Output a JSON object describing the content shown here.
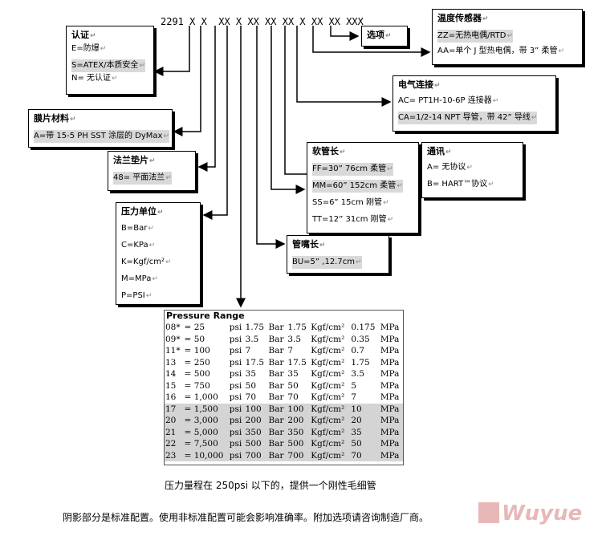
{
  "model_code": "2291 X X  XX X XX XX XX X XX XX XXX",
  "boxes": {
    "options": {
      "title": "选项"
    },
    "certification": {
      "title": "认证",
      "lines": [
        "E=防爆",
        "S=ATEX/本质安全",
        "N= 无认证"
      ]
    },
    "diaphragm": {
      "title": "膜片材料",
      "lines": [
        "A=带 15-5 PH SST 涂层的 DyMax"
      ]
    },
    "flange_gasket": {
      "title": "法兰垫片",
      "lines": [
        "48= 平面法兰"
      ]
    },
    "pressure_unit": {
      "title": "压力单位",
      "lines": [
        "B=Bar",
        "C=KPa",
        "K=Kgf/cm²",
        "M=MPa",
        "P=PSI"
      ]
    },
    "temp_sensor": {
      "title": "温度传感器",
      "lines": [
        "ZZ=无热电偶/RTD",
        "AA=单个 J 型热电偶，带 3” 柔管"
      ]
    },
    "electrical": {
      "title": "电气连接",
      "lines": [
        "AC= PT1H-10-6P 连接器",
        "CA=1/2-14 NPT 导管，带 42” 导线"
      ]
    },
    "hose_length": {
      "title": "软管长",
      "lines": [
        "FF=30” 76cm 柔管",
        "MM=60” 152cm 柔管",
        "SS=6” 15cm 刚管",
        "TT=12” 31cm 刚管"
      ]
    },
    "communication": {
      "title": "通讯",
      "lines": [
        "A= 无协议",
        "B= HART™协议"
      ]
    },
    "nozzle_length": {
      "title": "管嘴长",
      "lines": [
        "BU=5” ,12.7cm"
      ]
    }
  },
  "pressure_range": {
    "title": "Pressure Range",
    "rows": [
      {
        "code": "08*",
        "eq": "=",
        "psi": "25",
        "pu": "psi",
        "bar": "1.75",
        "bu": "Bar",
        "kgf": "1.75",
        "ku": "Kgf/cm²",
        "mpa": "0.175",
        "mu": "MPa",
        "shaded": false
      },
      {
        "code": "09*",
        "eq": "=",
        "psi": "50",
        "pu": "psi",
        "bar": "3.5",
        "bu": "Bar",
        "kgf": "3.5",
        "ku": "Kgf/cm²",
        "mpa": "0.35",
        "mu": "MPa",
        "shaded": false
      },
      {
        "code": "11*",
        "eq": "=",
        "psi": "100",
        "pu": "psi",
        "bar": "7",
        "bu": "Bar",
        "kgf": "7",
        "ku": "Kgf/cm²",
        "mpa": "0.7",
        "mu": "MPa",
        "shaded": false
      },
      {
        "code": "13",
        "eq": "=",
        "psi": "250",
        "pu": "psi",
        "bar": "17.5",
        "bu": "Bar",
        "kgf": "17.5",
        "ku": "Kgf/cm²",
        "mpa": "1.75",
        "mu": "MPa",
        "shaded": false
      },
      {
        "code": "14",
        "eq": "=",
        "psi": "500",
        "pu": "psi",
        "bar": "35",
        "bu": "Bar",
        "kgf": "35",
        "ku": "Kgf/cm²",
        "mpa": "3.5",
        "mu": "MPa",
        "shaded": false
      },
      {
        "code": "15",
        "eq": "=",
        "psi": "750",
        "pu": "psi",
        "bar": "50",
        "bu": "Bar",
        "kgf": "50",
        "ku": "Kgf/cm²",
        "mpa": "5",
        "mu": "MPa",
        "shaded": false
      },
      {
        "code": "16",
        "eq": "=",
        "psi": "1,000",
        "pu": "psi",
        "bar": "70",
        "bu": "Bar",
        "kgf": "70",
        "ku": "Kgf/cm²",
        "mpa": "7",
        "mu": "MPa",
        "shaded": false
      },
      {
        "code": "17",
        "eq": "=",
        "psi": "1,500",
        "pu": "psi",
        "bar": "100",
        "bu": "Bar",
        "kgf": "100",
        "ku": "Kgf/cm²",
        "mpa": "10",
        "mu": "MPa",
        "shaded": true
      },
      {
        "code": "20",
        "eq": "=",
        "psi": "3,000",
        "pu": "psi",
        "bar": "200",
        "bu": "Bar",
        "kgf": "200",
        "ku": "Kgf/cm²",
        "mpa": "20",
        "mu": "MPa",
        "shaded": true
      },
      {
        "code": "21",
        "eq": "=",
        "psi": "5,000",
        "pu": "psi",
        "bar": "350",
        "bu": "Bar",
        "kgf": "350",
        "ku": "Kgf/cm²",
        "mpa": "35",
        "mu": "MPa",
        "shaded": true
      },
      {
        "code": "22",
        "eq": "=",
        "psi": "7,500",
        "pu": "psi",
        "bar": "500",
        "bu": "Bar",
        "kgf": "500",
        "ku": "Kgf/cm²",
        "mpa": "50",
        "mu": "MPa",
        "shaded": true
      },
      {
        "code": "23",
        "eq": "=",
        "psi": "10,000",
        "pu": "psi",
        "bar": "700",
        "bu": "Bar",
        "kgf": "700",
        "ku": "Kgf/cm²",
        "mpa": "70",
        "mu": "MPa",
        "shaded": true
      }
    ]
  },
  "notes": {
    "capillary": "压力量程在 250psi 以下的，提供一个刚性毛细管",
    "shading": "阴影部分是标准配置。使用非标准配置可能会影响准确率。附加选项请咨询制造厂商。"
  },
  "watermark": "Wuyue"
}
